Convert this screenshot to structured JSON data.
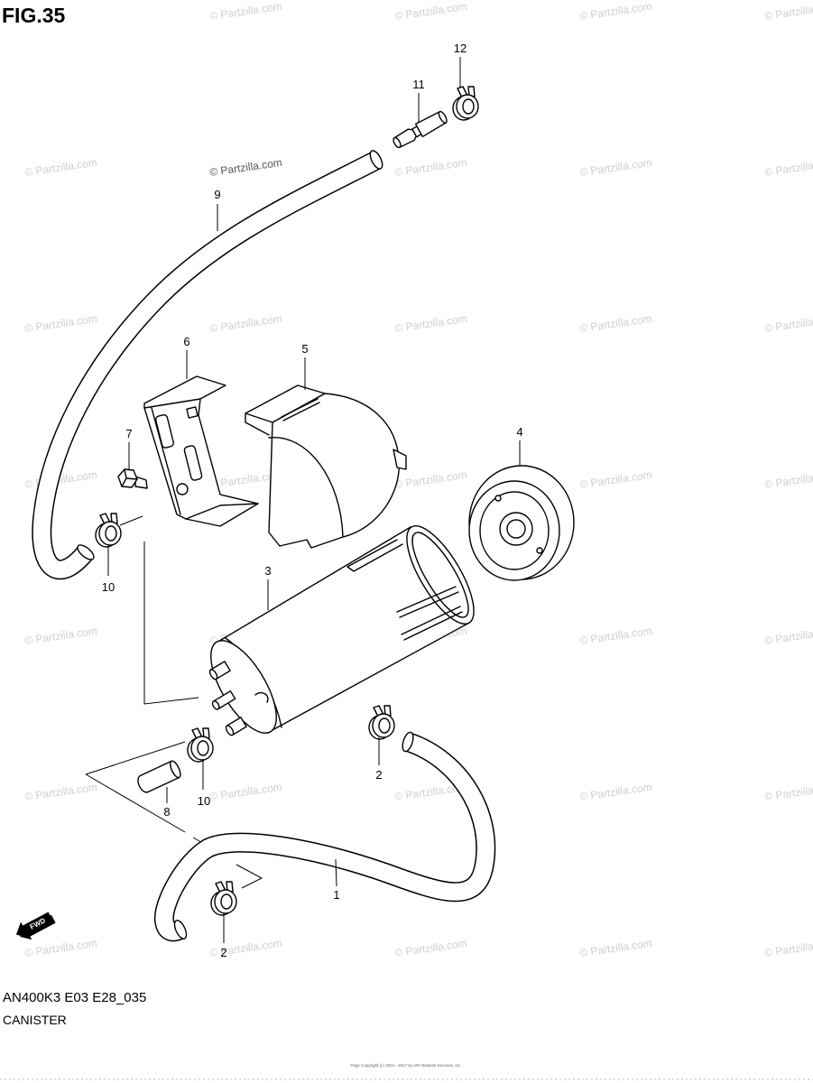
{
  "figure": {
    "title": "FIG.35",
    "code": "AN400K3 E03 E28_035",
    "name": "CANISTER"
  },
  "watermark": "© Partzilla.com",
  "fwd_label": "FWD",
  "callouts": {
    "part_12": "12",
    "part_11": "11",
    "part_9": "9",
    "part_6": "6",
    "part_5": "5",
    "part_7": "7",
    "part_4": "4",
    "part_3": "3",
    "part_10_left": "10",
    "part_10_bottom": "10",
    "part_2_right": "2",
    "part_8": "8",
    "part_2_bottom": "2",
    "part_1": "1"
  },
  "footer": "Page Copyright (c) 2004 - 2017 by ARI Network Services, Inc.",
  "colors": {
    "line": "#000000",
    "watermark": "#cfcfcf",
    "watermark_dark": "#555555"
  }
}
